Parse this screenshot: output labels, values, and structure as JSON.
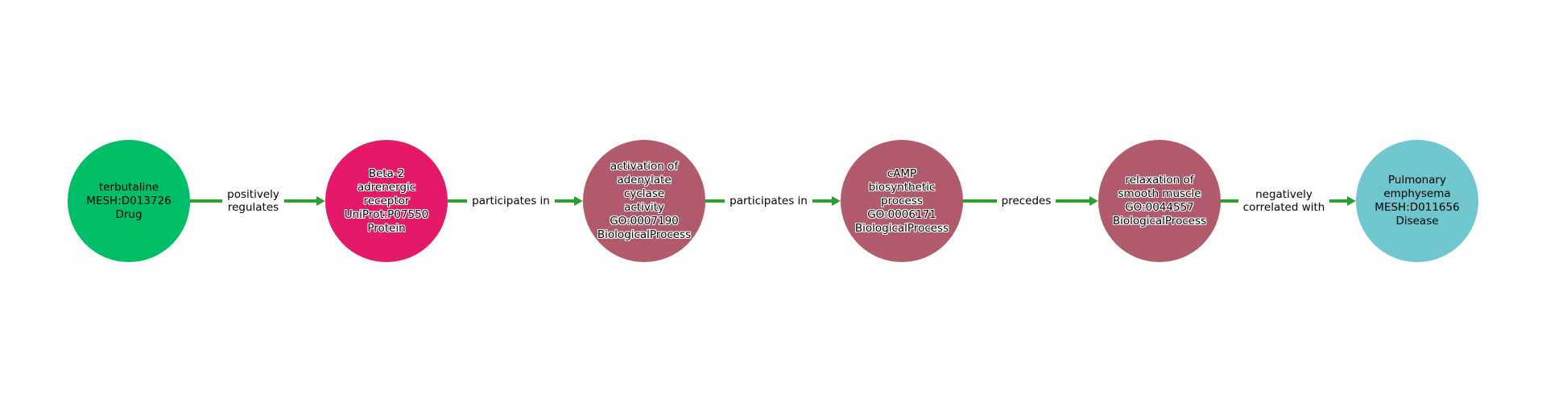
{
  "diagram": {
    "edge_color": "#2da02d",
    "nodes": [
      {
        "type": "Drug",
        "color": "#00be67",
        "lines": [
          "terbutaline",
          "MESH:D013726",
          "Drug"
        ]
      },
      {
        "type": "Protein",
        "color": "#e5196a",
        "lines": [
          "Beta-2",
          "adrenergic",
          "receptor",
          "UniProt:P07550",
          "Protein"
        ]
      },
      {
        "type": "BiologicalProcess",
        "color": "#b05a6c",
        "lines": [
          "activation of",
          "adenylate",
          "cyclase",
          "activity",
          "GO:0007190",
          "BiologicalProcess"
        ]
      },
      {
        "type": "BiologicalProcess",
        "color": "#b05a6c",
        "lines": [
          "cAMP",
          "biosynthetic",
          "process",
          "GO:0006171",
          "BiologicalProcess"
        ]
      },
      {
        "type": "BiologicalProcess",
        "color": "#b05a6c",
        "lines": [
          "relaxation of",
          "smooth muscle",
          "GO:0044557",
          "BiologicalProcess"
        ]
      },
      {
        "type": "Disease",
        "color": "#6fc6cd",
        "lines": [
          "Pulmonary",
          "emphysema",
          "MESH:D011656",
          "Disease"
        ]
      }
    ],
    "edges": [
      {
        "label_lines": [
          "positively",
          "regulates"
        ]
      },
      {
        "label_lines": [
          "participates in"
        ]
      },
      {
        "label_lines": [
          "participates in"
        ]
      },
      {
        "label_lines": [
          "precedes"
        ]
      },
      {
        "label_lines": [
          "negatively",
          "correlated with"
        ]
      }
    ]
  }
}
